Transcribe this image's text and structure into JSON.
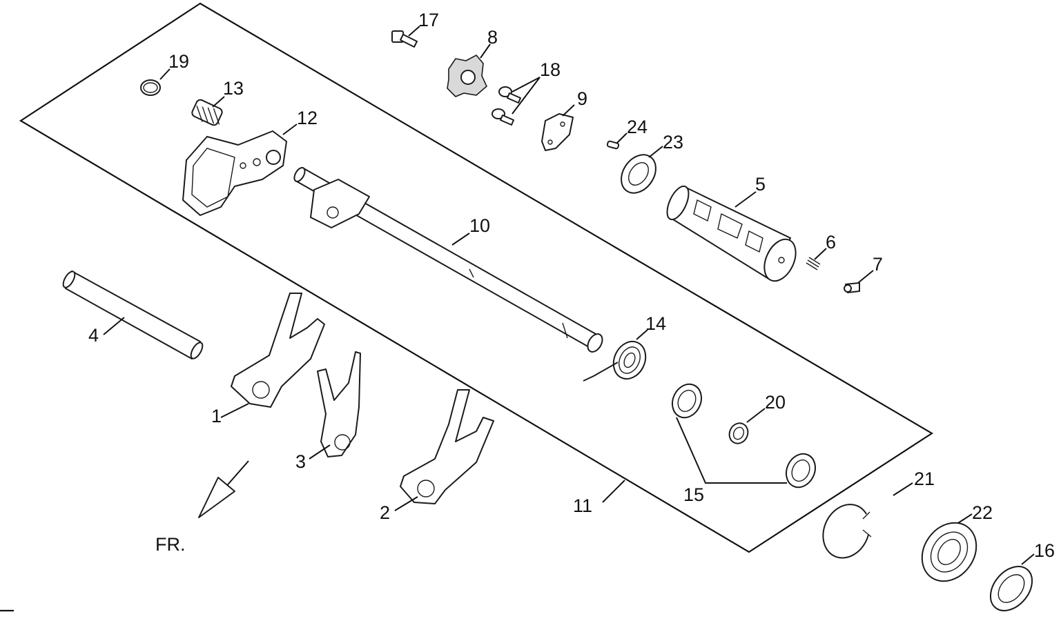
{
  "diagram": {
    "front_label": "FR.",
    "callouts": [
      {
        "id": "1",
        "text": "1"
      },
      {
        "id": "2",
        "text": "2"
      },
      {
        "id": "3",
        "text": "3"
      },
      {
        "id": "4",
        "text": "4"
      },
      {
        "id": "5",
        "text": "5"
      },
      {
        "id": "6",
        "text": "6"
      },
      {
        "id": "7",
        "text": "7"
      },
      {
        "id": "8",
        "text": "8"
      },
      {
        "id": "9",
        "text": "9"
      },
      {
        "id": "10",
        "text": "10"
      },
      {
        "id": "11",
        "text": "11"
      },
      {
        "id": "12",
        "text": "12"
      },
      {
        "id": "13",
        "text": "13"
      },
      {
        "id": "14",
        "text": "14"
      },
      {
        "id": "15",
        "text": "15"
      },
      {
        "id": "16",
        "text": "16"
      },
      {
        "id": "17",
        "text": "17"
      },
      {
        "id": "18",
        "text": "18"
      },
      {
        "id": "19",
        "text": "19"
      },
      {
        "id": "20",
        "text": "20"
      },
      {
        "id": "21",
        "text": "21"
      },
      {
        "id": "22",
        "text": "22"
      },
      {
        "id": "23",
        "text": "23"
      },
      {
        "id": "24",
        "text": "24"
      }
    ]
  }
}
